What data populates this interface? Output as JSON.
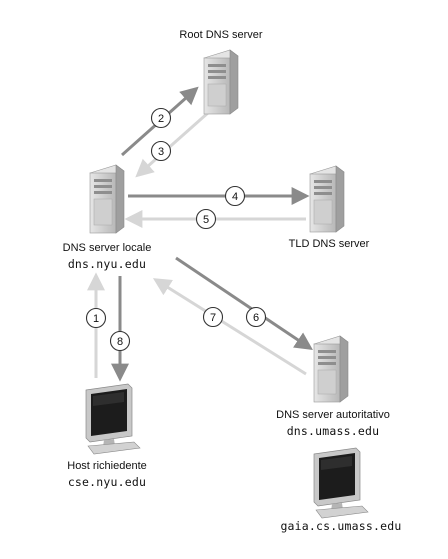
{
  "nodes": {
    "root": {
      "label": "Root DNS server"
    },
    "local": {
      "label": "DNS server locale",
      "host": "dns.nyu.edu"
    },
    "tld": {
      "label": "TLD DNS server"
    },
    "auth": {
      "label": "DNS server autoritativo",
      "host": "dns.umass.edu"
    },
    "requester": {
      "label": "Host richiedente",
      "host": "cse.nyu.edu"
    },
    "target": {
      "host": "gaia.cs.umass.edu"
    }
  },
  "steps": [
    "1",
    "2",
    "3",
    "4",
    "5",
    "6",
    "7",
    "8"
  ],
  "colors": {
    "arrow_light": "#d6d6d6",
    "arrow_dark": "#8a8a8a",
    "server_body": "#c4c4c4",
    "server_front": "#d8d8d8",
    "server_side": "#9a9a9a",
    "monitor_screen": "#1c1c1c"
  }
}
